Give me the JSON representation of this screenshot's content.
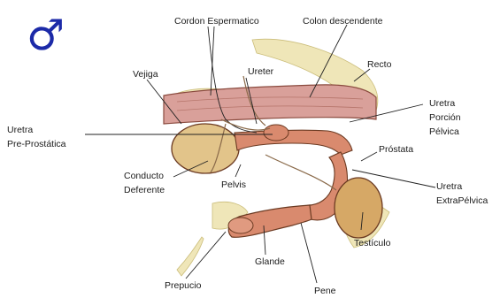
{
  "symbol": {
    "glyph": "♂",
    "color": "#1c2aa8"
  },
  "labels": {
    "cordon": "Cordon Espermatico",
    "colon": "Colon descendente",
    "vejiga": "Vejiga",
    "ureter": "Ureter",
    "recto": "Recto",
    "uretra_pelvica": [
      "Uretra",
      "Porción",
      "Pélvica"
    ],
    "uretra_pre": [
      "Uretra",
      "Pre-Prostática"
    ],
    "prostata": "Próstata",
    "conducto": [
      "Conducto",
      "Deferente"
    ],
    "pelvis": "Pelvis",
    "uretra_extra": [
      "Uretra",
      "ExtraPélvica"
    ],
    "testiculo": "Testículo",
    "glande": "Glande",
    "prepucio": "Prepucio",
    "pene": "Pene"
  },
  "colors": {
    "colon": "#d9a09a",
    "bladder": "#e2c48a",
    "penis": "#d98a6e",
    "testis": "#d6a866",
    "tissue": "#efe6b8",
    "outline": "#6b3a22"
  }
}
